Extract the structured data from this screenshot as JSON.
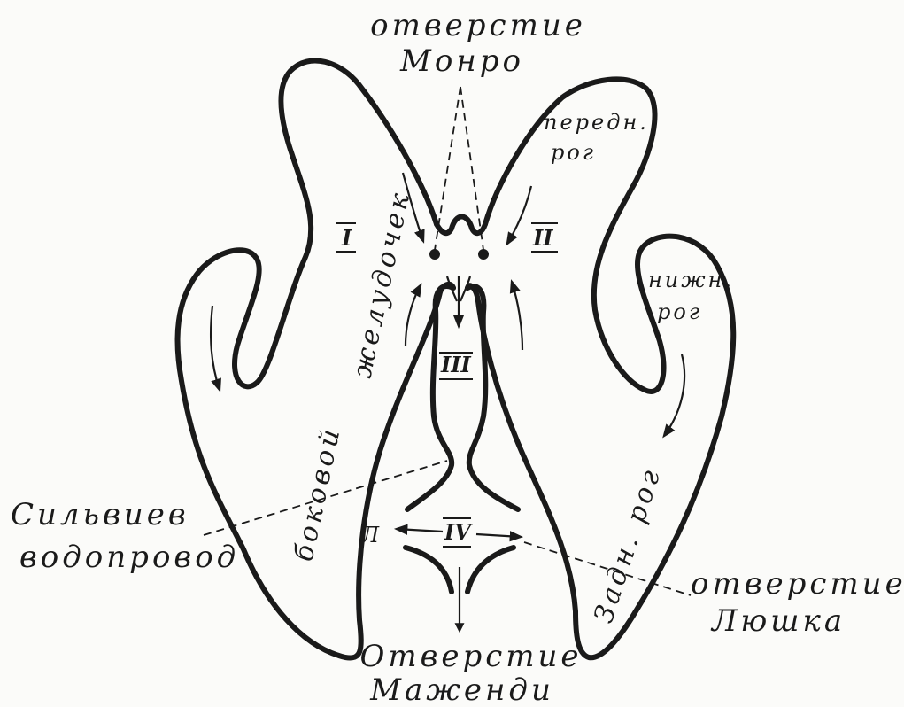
{
  "labels": {
    "monro_line1": "отверстие",
    "monro_line2": "Монро",
    "anterior_horn_line1": "передн.",
    "anterior_horn_line2": "рог",
    "inferior_horn_line1": "нижн.",
    "inferior_horn_line2": "рог",
    "lateral_ventricle_word1": "боковой",
    "lateral_ventricle_word2": "желудочек",
    "posterior_horn": "Задн. рог",
    "sylvian_line1": "Сильвиев",
    "sylvian_line2": "водопровод",
    "luschka_line1": "отверстие",
    "luschka_line2": "Люшка",
    "magendie_line1": "Отверстие",
    "magendie_line2": "Маженди",
    "ventricle_I": "I",
    "ventricle_II": "II",
    "ventricle_III": "III",
    "ventricle_IV": "IV",
    "lateral_aperture_mark": "Л"
  }
}
